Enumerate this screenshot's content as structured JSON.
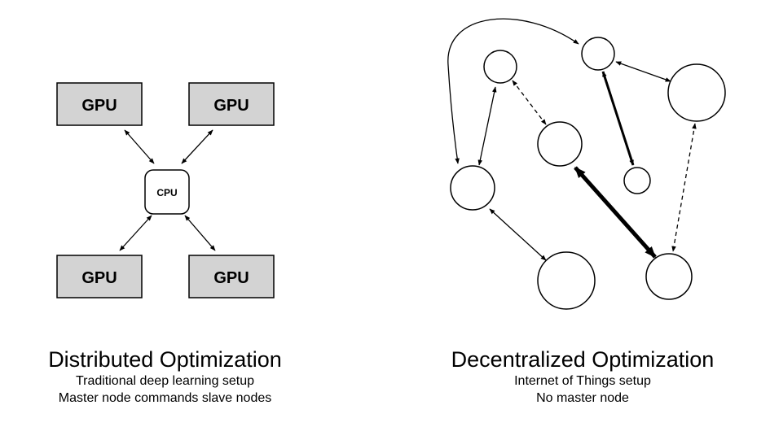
{
  "left_panel": {
    "gpu_label": "GPU",
    "cpu_label": "CPU",
    "title": "Distributed Optimization",
    "subtitle_lines": [
      "Traditional deep learning setup",
      "Master node commands slave nodes"
    ]
  },
  "right_panel": {
    "title": "Decentralized Optimization",
    "subtitle_lines": [
      "Internet of Things setup",
      "No master node"
    ]
  },
  "colors": {
    "gpu_fill": "#d3d3d3",
    "stroke": "#000000",
    "background": "#ffffff"
  }
}
